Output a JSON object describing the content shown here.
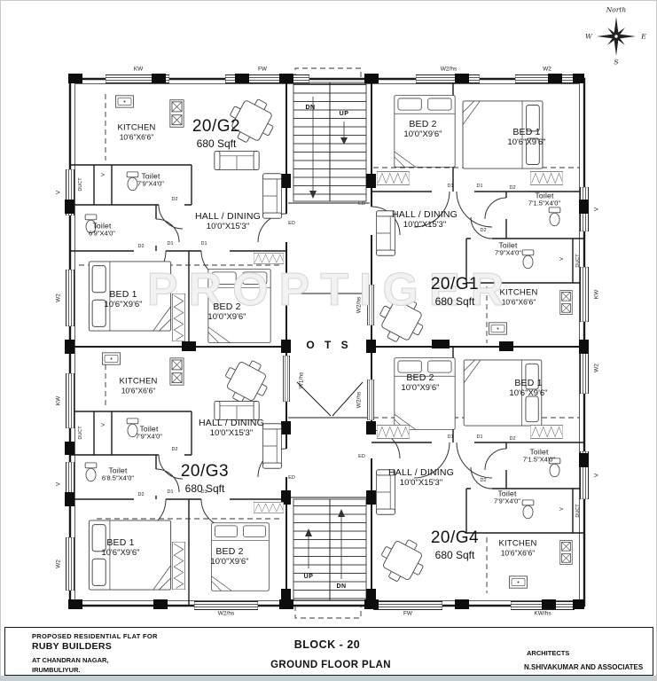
{
  "compass": {
    "north": "North",
    "west": "W",
    "east": "E",
    "south": "S"
  },
  "watermark": "PROPTIGER",
  "lobby": {
    "ots": "O T S",
    "up": "UP",
    "dn": "DN"
  },
  "tags": {
    "d1": "D1",
    "d2": "D2",
    "ed": "ED",
    "v": "V",
    "duct": "DUCT"
  },
  "edges": {
    "top": [
      "KW",
      "FW",
      "W2/hs",
      "W2"
    ],
    "bottom": [
      "W2/hs",
      "FW",
      "KW/hs"
    ],
    "left": [
      "V",
      "W2",
      "KW",
      "V",
      "W2"
    ],
    "right": [
      "V",
      "KW",
      "W2",
      "V"
    ],
    "center": [
      "W2/hs",
      "W1/hs",
      "W2/hs"
    ]
  },
  "units": {
    "g2": {
      "id": "20/G2",
      "area": "680 Sqft",
      "kitchen": {
        "name": "KITCHEN",
        "dims": "10'6\"X6'6\""
      },
      "toilet_a": {
        "name": "Toilet",
        "dims": "7'9\"X4'0\""
      },
      "toilet_b": {
        "name": "Toilet",
        "dims": "6'9\"X4'0\""
      },
      "hall": {
        "name": "HALL / DINING",
        "dims": "10'0\"X15'3\""
      },
      "bed1": {
        "name": "BED 1",
        "dims": "10'6\"X9'6\""
      },
      "bed2": {
        "name": "BED 2",
        "dims": "10'0\"X9'6\""
      }
    },
    "g1": {
      "id": "20/G1",
      "area": "680 Sqft",
      "kitchen": {
        "name": "KITCHEN",
        "dims": "10'6\"X6'6\""
      },
      "toilet_a": {
        "name": "Toilet",
        "dims": "7'1.5\"X4'0\""
      },
      "toilet_b": {
        "name": "Toilet",
        "dims": "7'9\"X4'0\""
      },
      "hall": {
        "name": "HALL / DINING",
        "dims": "10'0\"X15'3\""
      },
      "bed1": {
        "name": "BED 1",
        "dims": "10'6\"X9'6\""
      },
      "bed2": {
        "name": "BED 2",
        "dims": "10'0\"X9'6\""
      }
    },
    "g3": {
      "id": "20/G3",
      "area": "680 Sqft",
      "kitchen": {
        "name": "KITCHEN",
        "dims": "10'6\"X6'6\""
      },
      "toilet_a": {
        "name": "Toilet",
        "dims": "7'9\"X4'0\""
      },
      "toilet_b": {
        "name": "Toilet",
        "dims": "6'8.5\"X4'0\""
      },
      "hall": {
        "name": "HALL / DINING",
        "dims": "10'0\"X15'3\""
      },
      "bed1": {
        "name": "BED 1",
        "dims": "10'6\"X9'6\""
      },
      "bed2": {
        "name": "BED 2",
        "dims": "10'0\"X9'6\""
      }
    },
    "g4": {
      "id": "20/G4",
      "area": "680 Sqft",
      "kitchen": {
        "name": "KITCHEN",
        "dims": "10'6\"X6'6\""
      },
      "toilet_a": {
        "name": "Toilet",
        "dims": "7'1.5\"X4'0\""
      },
      "toilet_b": {
        "name": "Toilet",
        "dims": "7'9\"X4'0\""
      },
      "hall": {
        "name": "HALL / DINING",
        "dims": "10'0\"X15'3\""
      },
      "bed1": {
        "name": "BED 1",
        "dims": "10'6\"X9'6\""
      },
      "bed2": {
        "name": "BED 2",
        "dims": "10'0\"X9'6\""
      }
    }
  },
  "title_block": {
    "project_line1": "PROPOSED RESIDENTIAL FLAT FOR",
    "client": "RUBY BUILDERS",
    "address1": "AT CHANDRAN NAGAR,",
    "address2": "IRUMBULIYUR.",
    "block": "BLOCK - 20",
    "drawing": "GROUND FLOOR PLAN",
    "architects_label": "ARCHITECTS",
    "architects_name": "N.SHIVAKUMAR AND ASSOCIATES"
  }
}
